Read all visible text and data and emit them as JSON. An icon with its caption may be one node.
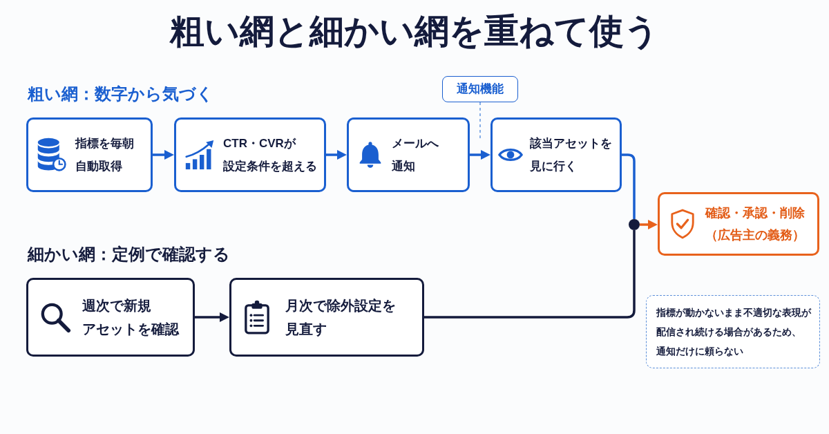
{
  "diagram": {
    "title": "粗い網と細かい網を重ねて使う",
    "nodes": [
      {
        "text": [
          "通知機能"
        ]
      },
      {
        "text": [
          "指標を毎朝自動取得"
        ]
      },
      {
        "text": [
          "CTR・CVRが設定条件を超える"
        ]
      },
      {
        "text": [
          "メールへ通知"
        ]
      },
      {
        "text": [
          "該当アセットを見に行く"
        ]
      },
      {
        "text": [],
        "shape": "circle"
      },
      {
        "text": [
          "確認・承認・削除（広告主の義務）"
        ]
      },
      {
        "text": [
          "週次で新規アセットを確認"
        ]
      },
      {
        "text": [
          "月次で除外設定を見直す"
        ]
      },
      {
        "text": [
          "指標が動かないまま不適切な表現が配信され続ける場合があるため、通知だけに頼らない"
        ]
      }
    ],
    "edges": [
      {
        "from": 1,
        "to": 2,
        "arrow": "to"
      },
      {
        "from": 2,
        "to": 3,
        "arrow": "to"
      },
      {
        "from": 3,
        "to": 4,
        "arrow": "to"
      },
      {
        "from": 4,
        "to": 5,
        "arrow": "none"
      },
      {
        "from": 5,
        "to": 6,
        "arrow": "to",
        "color": "#e8621c"
      },
      {
        "from": 7,
        "to": 8,
        "arrow": "to",
        "color": "#141b3c"
      },
      {
        "from": 8,
        "to": 5,
        "arrow": "none",
        "color": "#141b3c"
      },
      {
        "from": 0,
        "to": null,
        "arrow": "none",
        "style": "dashed",
        "color": "#6b9be0"
      }
    ],
    "labels": [
      "粗い網：数字から気づく",
      "細かい網：定例で確認する"
    ]
  }
}
